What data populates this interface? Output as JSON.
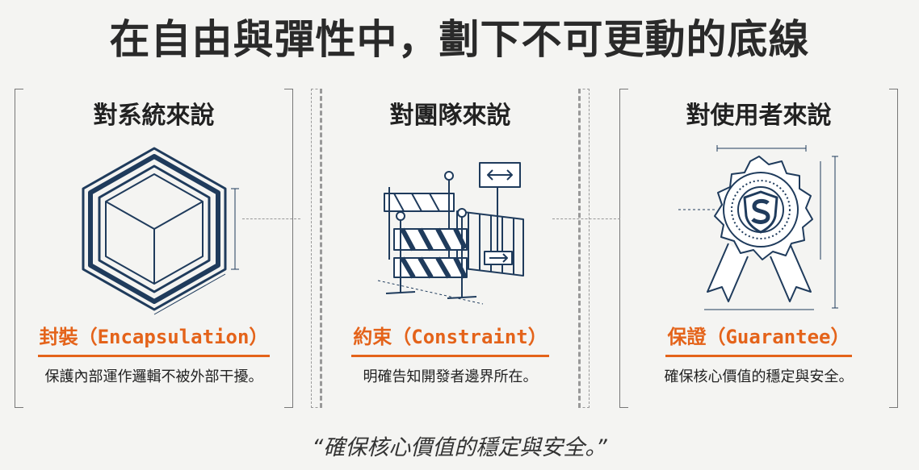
{
  "title": "在自由與彈性中，劃下不可更動的底線",
  "panels": [
    {
      "heading": "對系統來說",
      "icon": "hexagon-cube-icon",
      "concept": "封裝（Encapsulation）",
      "description": "保護內部運作邏輯不被外部干擾。"
    },
    {
      "heading": "對團隊來說",
      "icon": "barricade-icon",
      "concept": "約束（Constraint）",
      "description": "明確告知開發者邊界所在。"
    },
    {
      "heading": "對使用者來說",
      "icon": "shield-badge-icon",
      "concept": "保證（Guarantee）",
      "description": "確保核心價值的穩定與安全。"
    }
  ],
  "quote": "“確保核心價值的穩定與安全。”",
  "colors": {
    "accent": "#e4631a",
    "ink": "#1f3b5c",
    "text": "#222222"
  }
}
